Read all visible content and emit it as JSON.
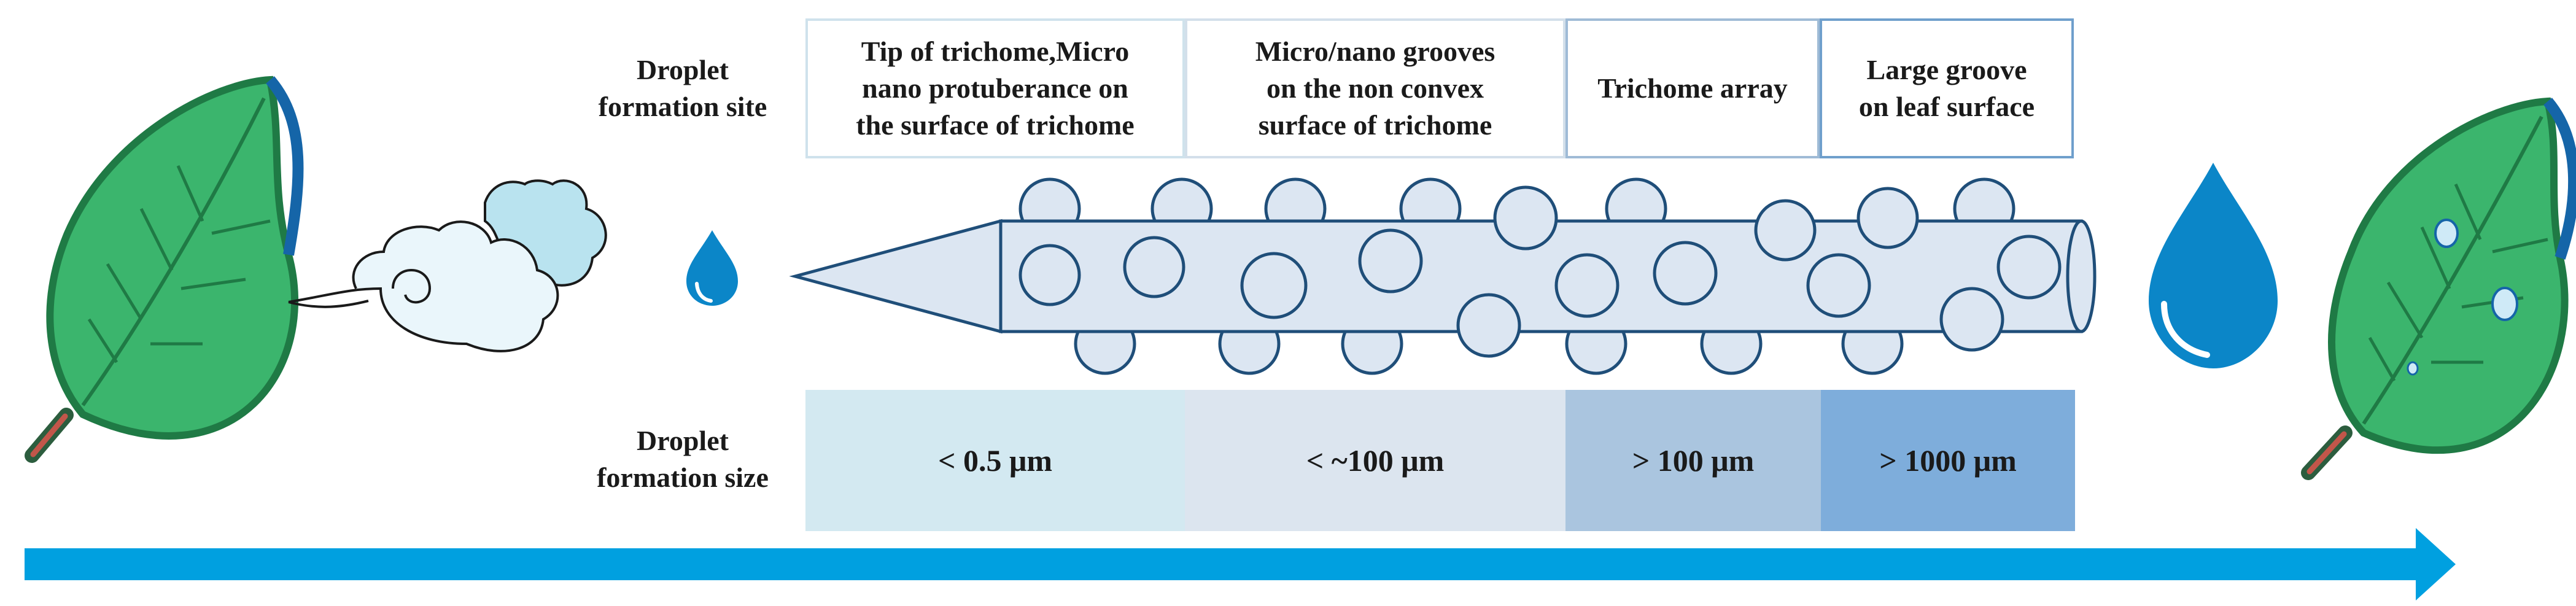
{
  "labels": {
    "site": "Droplet\nformation site",
    "size": "Droplet\nformation size"
  },
  "sites": [
    {
      "text": "Tip of trichome,Micro\nnano protuberance on\nthe surface of trichome",
      "border": "#cfe2ec"
    },
    {
      "text": "Micro/nano grooves\non the non convex\nsurface of trichome",
      "border": "#d3dfea"
    },
    {
      "text": "Trichome array",
      "border": "#9fbbd6"
    },
    {
      "text": "Large groove\non leaf surface",
      "border": "#6f9fcc"
    }
  ],
  "sizes": [
    {
      "text": "< 0.5 μm",
      "color": "#d3e9f1"
    },
    {
      "text": "< ~100 μm",
      "color": "#dce5ef"
    },
    {
      "text": "> 100 μm",
      "color": "#aac5df"
    },
    {
      "text": "> 1000 μm",
      "color": "#7eaddb"
    }
  ],
  "colors": {
    "arrow": "#00a0e0",
    "trichome_fill": "#dce6f2",
    "trichome_stroke": "#1f4e79",
    "droplet": "#0b86c8",
    "leaf": "#3bb56d",
    "cloud_light": "#eaf6fb",
    "cloud_blue": "#b9e3ef"
  },
  "icons": [
    "left-leaf-icon",
    "wind-cloud-icon",
    "small-droplet-icon",
    "trichome-icon",
    "large-droplet-icon",
    "right-leaf-icon",
    "progress-arrow-icon"
  ]
}
